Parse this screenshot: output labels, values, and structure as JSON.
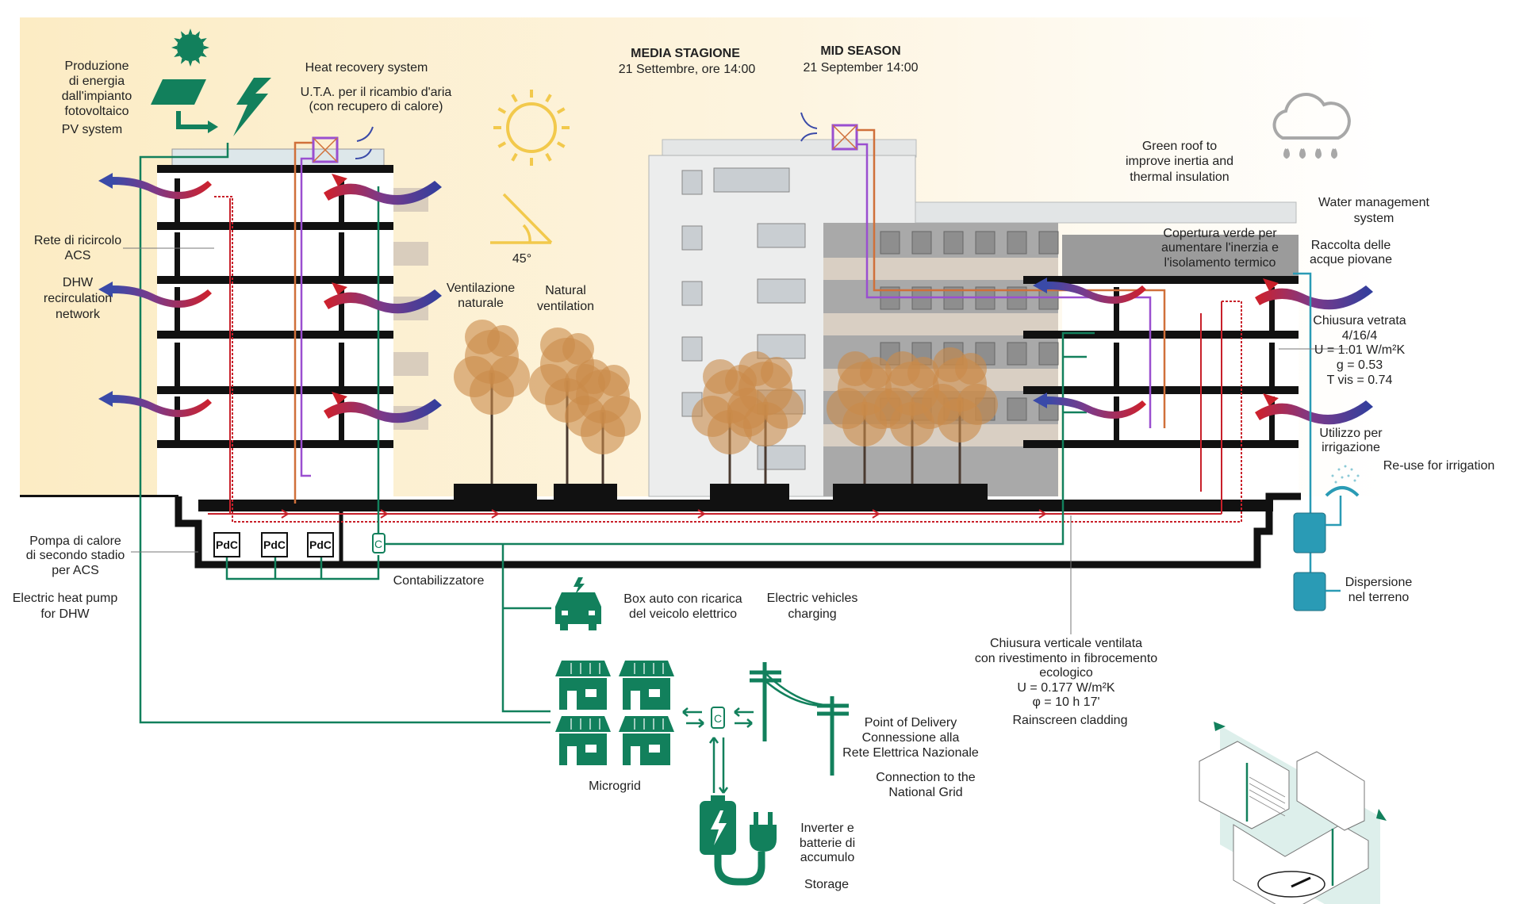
{
  "header": {
    "season_it": "MEDIA STAGIONE",
    "date_it": "21 Settembre, ore 14:00",
    "season_en": "MID SEASON",
    "date_en": "21 September 14:00"
  },
  "pv": {
    "lines_it": [
      "Produzione",
      "di energia",
      "dall'impianto",
      "fotovoltaico"
    ],
    "label_en": "PV system"
  },
  "heat_recovery": {
    "label_en": "Heat recovery system",
    "lines_it": [
      "U.T.A. per il ricambio d'aria",
      "(con recupero di calore)"
    ]
  },
  "sun": {
    "angle": "45°"
  },
  "ventilation": {
    "lines_it": [
      "Ventilazione",
      "naturale"
    ],
    "lines_en": [
      "Natural",
      "ventilation"
    ]
  },
  "dhw": {
    "lines_it": [
      "Rete di ricircolo",
      "ACS"
    ],
    "lines_en": [
      "DHW",
      "recirculation",
      "network"
    ]
  },
  "heat_pump": {
    "lines_it": [
      "Pompa di calore",
      "di secondo stadio",
      "per ACS"
    ],
    "lines_en": [
      "Electric heat pump",
      "for DHW"
    ],
    "unit_label": "PdC"
  },
  "meter": {
    "symbol": "C",
    "label": "Contabilizzatore"
  },
  "ev": {
    "lines_it": [
      "Box auto con ricarica",
      "del veicolo elettrico"
    ],
    "lines_en": [
      "Electric vehicles",
      "charging"
    ]
  },
  "microgrid": {
    "label": "Microgrid"
  },
  "grid": {
    "lines_it": [
      "Point of Delivery",
      "Connessione alla",
      "Rete Elettrica Nazionale"
    ],
    "lines_en": [
      "Connection to the",
      "National Grid"
    ]
  },
  "storage": {
    "lines_it": [
      "Inverter e",
      "batterie di",
      "accumulo"
    ],
    "label_en": "Storage"
  },
  "green_roof": {
    "lines_en": [
      "Green roof to",
      "improve inertia and",
      "thermal insulation"
    ],
    "lines_it": [
      "Copertura verde per",
      "aumentare l'inerzia e",
      "l'isolamento termico"
    ]
  },
  "water": {
    "lines_en": [
      "Water management",
      "system"
    ],
    "collection_it": [
      "Raccolta delle",
      "acque piovane"
    ],
    "irrigation_it": [
      "Utilizzo per",
      "irrigazione"
    ],
    "irrigation_en": "Re-use for irrigation",
    "dispersion_it": [
      "Dispersione",
      "nel terreno"
    ]
  },
  "glazing": {
    "lines": [
      "Chiusura vetrata",
      "4/16/4",
      "U = 1.01 W/m²K",
      "g = 0.53",
      "T vis = 0.74"
    ]
  },
  "cladding": {
    "lines_it": [
      "Chiusura verticale ventilata",
      "con rivestimento in fibrocemento",
      "ecologico",
      "U = 0.177 W/m²K",
      "φ = 10 h 17'"
    ],
    "label_en": "Rainscreen cladding"
  },
  "colors": {
    "green": "#12805c",
    "red": "#c8202a",
    "purple": "#9a4fd0",
    "orange": "#d0703a",
    "blue": "#3a4aa8",
    "water": "#2a9bb5",
    "sun": "#f2c94c",
    "background": "#fdf1d2"
  }
}
